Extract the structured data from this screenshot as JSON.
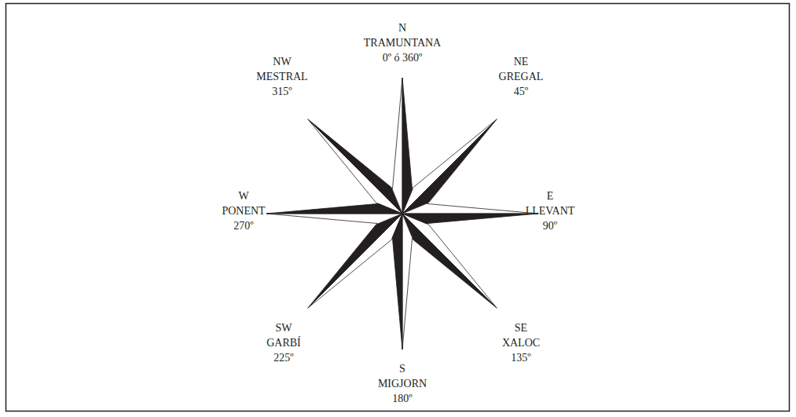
{
  "diagram": {
    "labels": [
      "N",
      "TRAMUNTANA",
      "0º ó 360º",
      "NW",
      "MESTRAL",
      "315º",
      "NE",
      "GREGAL",
      "45º",
      "W",
      "PONENT",
      "270º",
      "E",
      "LLEVANT",
      "90º",
      "SW",
      "GARBÍ",
      "225º",
      "SE",
      "XALOC",
      "135º",
      "S",
      "MIGJORN",
      "180º"
    ]
  }
}
